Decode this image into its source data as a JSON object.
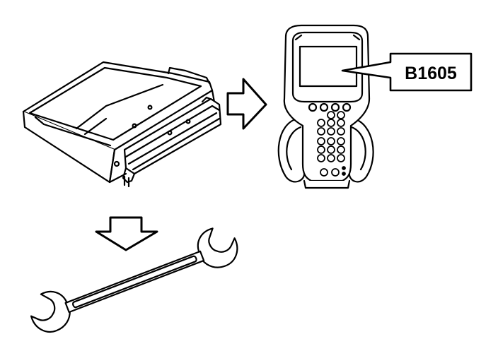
{
  "diagram": {
    "dtc_code": "B1605",
    "components": {
      "control_module": "control-module",
      "scan_tool": "scan-tool",
      "arrow_right": "arrow-right",
      "arrow_down": "arrow-down",
      "wrench": "wrench"
    },
    "colors": {
      "line": "#000000",
      "fill": "#ffffff"
    }
  }
}
